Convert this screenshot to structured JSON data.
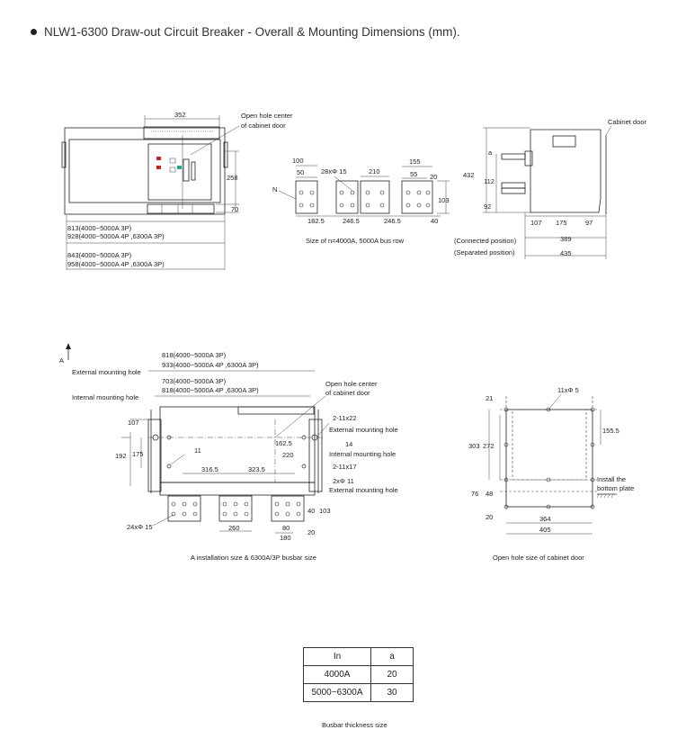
{
  "title": "NLW1-6300 Draw-out Circuit Breaker - Overall & Mounting Dimensions (mm).",
  "front_view": {
    "dim_352": "352",
    "dim_258": "258",
    "dim_70": "70",
    "note_open_hole": [
      "Open hole center",
      "of cabinet door"
    ],
    "w1": "813(4000~5000A  3P)",
    "w2": "928(4000~5000A 4P ,6300A 3P)",
    "w3": "843(4000~5000A  3P)",
    "w4": "958(4000~5000A 4P ,6300A 3P)"
  },
  "busbar_view": {
    "n_label": "N",
    "d100": "100",
    "d50": "50",
    "holes": "28xΦ 15",
    "d210": "210",
    "d155": "155",
    "d55": "55",
    "d20": "20",
    "d103": "103",
    "d1825": "182.5",
    "d2465a": "246.5",
    "d2465b": "246.5",
    "d40": "40",
    "caption": "Size of n=4000A, 5000A bus row"
  },
  "side_view": {
    "cabinet_door": "Cabinet door",
    "a": "a",
    "d432": "432",
    "d112": "112",
    "d92": "92",
    "d107": "107",
    "d175": "175",
    "d97": "97",
    "d389": "389",
    "d435": "435",
    "connected": "(Connected position)",
    "separated": "(Separated position)"
  },
  "install_view": {
    "a_label": "A",
    "w1": "818(4000~5000A  3P)",
    "w2": "933(4000~5000A 4P ,6300A 3P)",
    "ext_hole": "External mounting hole",
    "w3": "703(4000~5000A 3P)",
    "w4": "818(4000~5000A 4P ,6300A 3P)",
    "int_hole": "Internal mounting hole",
    "open_hole": [
      "Open hole center",
      "of cabinet door"
    ],
    "h2x22": "2-11x22",
    "ext_hole2": "External mounting hole",
    "d1625": "162.5",
    "d14": "14",
    "d220": "220",
    "int_hole2": "Internal mounting hole",
    "h2x17": "2-11x17",
    "h2x11": "2xΦ 11",
    "ext_hole3": "External mounting hole",
    "d107": "107",
    "d192": "192",
    "d175": "175",
    "d11": "11",
    "d3165": "316.5",
    "d3235": "323.5",
    "holes24": "24xΦ 15",
    "d260": "260",
    "d80": "80",
    "d180": "180",
    "d40": "40",
    "d103": "103",
    "d20": "20",
    "caption": "A installation size & 6300A/3P busbar size"
  },
  "cabinet_view": {
    "d21": "21",
    "holes": "11xΦ 5",
    "d303": "303",
    "d272": "272",
    "d1555": "155.5",
    "install_note": [
      "Install the",
      "bottom plate"
    ],
    "d76": "76",
    "d48": "48",
    "d20": "20",
    "d364": "364",
    "d405": "405",
    "caption": "Open hole size of cabinet door"
  },
  "table": {
    "headers": [
      "In",
      "a"
    ],
    "rows": [
      [
        "4000A",
        "20"
      ],
      [
        "5000~6300A",
        "30"
      ]
    ],
    "caption": "Busbar thickness size"
  }
}
